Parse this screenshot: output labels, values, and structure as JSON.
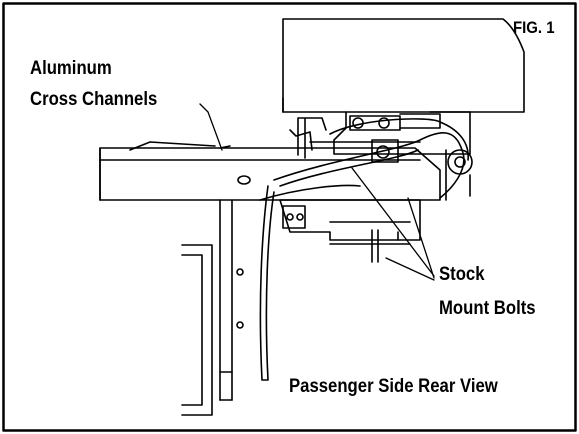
{
  "figure": {
    "fig_label": "FIG. 1",
    "labels": {
      "aluminum_line1": "Aluminum",
      "aluminum_line2": "Cross Channels",
      "stock_line1": "Stock",
      "stock_line2": "Mount Bolts",
      "view_caption": "Passenger Side Rear View"
    },
    "colors": {
      "line": "#000000",
      "background": "#ffffff"
    }
  }
}
